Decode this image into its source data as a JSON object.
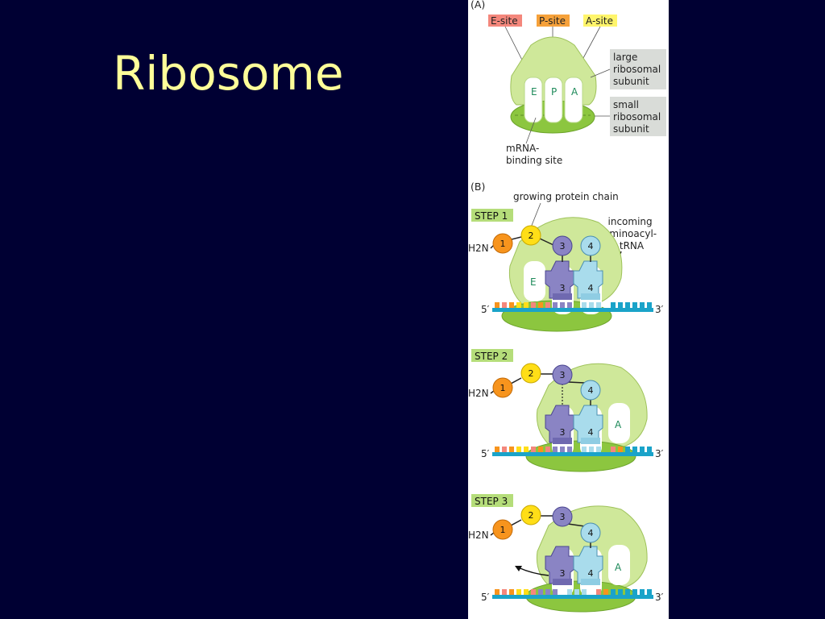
{
  "slide": {
    "title": "Ribosome"
  },
  "panel_a": {
    "label": "(A)",
    "tags": {
      "e_site": "E-site",
      "p_site": "P-site",
      "a_site": "A-site"
    },
    "site_letters": {
      "e": "E",
      "p": "P",
      "a": "A"
    },
    "large_subunit": [
      "large",
      "ribosomal",
      "subunit"
    ],
    "small_subunit": [
      "small",
      "ribosomal",
      "subunit"
    ],
    "mrna_binding": [
      "mRNA-",
      "binding site"
    ]
  },
  "panel_b": {
    "label": "(B)",
    "chain_label": "growing protein chain",
    "incoming_label": [
      "incoming",
      "aminoacyl-",
      "tRNA"
    ],
    "amino": "H2N",
    "five_prime": "5′",
    "three_prime": "3′",
    "residues": [
      "1",
      "2",
      "3",
      "4"
    ],
    "steps": [
      {
        "label": "STEP 1",
        "site_letter": "E"
      },
      {
        "label": "STEP 2",
        "site_letter": "A"
      },
      {
        "label": "STEP 3",
        "site_letter": "A"
      }
    ]
  },
  "colors": {
    "background": "#000033",
    "title": "#ffff99",
    "ribosome_light": "#cfe89a",
    "ribosome_dark": "#8cc63f",
    "mrna": "#1aa3c9",
    "residue_1": "#f7941d",
    "residue_2": "#ffde17",
    "residue_3": "#8a84c4",
    "residue_4": "#a9dcec"
  }
}
